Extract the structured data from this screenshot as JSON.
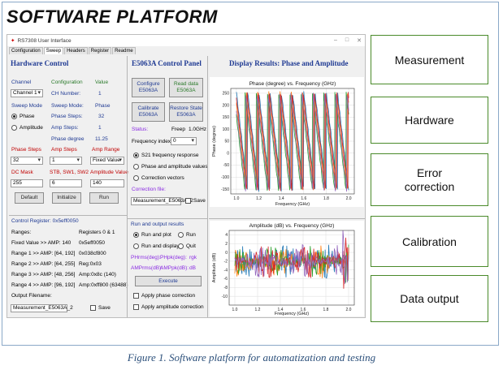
{
  "title": "SOFTWARE PLATFORM",
  "caption": "Figure 1. Software platform for automatization and testing",
  "window": {
    "title": "RS7308 User Interface",
    "min": "–",
    "max": "□",
    "close": "✕"
  },
  "tabs": [
    "Configuration",
    "Sweep",
    "Headers",
    "Register",
    "Readme"
  ],
  "hardware": {
    "header": "Hardware Control",
    "col_channel": "Channel",
    "col_configuration": "Configuration",
    "col_value": "Value",
    "channel_value": "Channel 1",
    "ch_number_label": "CH Number:",
    "ch_number_value": "1",
    "sweep_mode_label": "Sweep Mode",
    "sweep_mode_label2": "Sweep Mode:",
    "sweep_mode_value": "Phase",
    "phase_option": "Phase",
    "amplitude_option": "Amplitude",
    "phase_steps_label": "Phase Steps:",
    "phase_steps_value": "32",
    "amp_steps_label": "Amp Steps:",
    "amp_steps_value": "1",
    "phase_degree_label": "Phase degree",
    "phase_degree_value": "11.25",
    "hdr_phase_steps": "Phase Steps",
    "hdr_amp_steps": "Amp Steps",
    "hdr_amp_range": "Amp Range",
    "phase_steps_input": "32",
    "amp_steps_input": "1",
    "amp_range_input": "Fixed Value",
    "hdr_dc_mask": "DC Mask",
    "hdr_stb": "STB, SW1, SW2",
    "hdr_amp_value": "Amplitude Value",
    "dc_mask_input": "255",
    "stb_input": "6",
    "amp_value_input": "140",
    "btn_default": "Default",
    "btn_initialize": "Initialize",
    "btn_run": "Run"
  },
  "register": {
    "title": "Control Register: 0x5eff0050",
    "ranges_label": "Ranges:",
    "registers_label": "Registers 0 & 1",
    "rows": [
      {
        "range": "Fixed Value >> AMP: 140",
        "reg": "0x5eff0050"
      },
      {
        "range": "Range 1 >> AMP: [64, 192]",
        "reg": "0x038cf800"
      },
      {
        "range": "Range 2 >> AMP: [64, 255]",
        "reg": "Reg:0x03"
      },
      {
        "range": "Range 3 >> AMP: [48, 256]",
        "reg": "Amp:0x8c (140)"
      },
      {
        "range": "Range 4 >> AMP: [96, 192]",
        "reg": "Amp:0xff800 (63488)"
      }
    ],
    "output_label": "Output Filename:",
    "output_value": "Measurement_E5063A_2",
    "save_label": "Save"
  },
  "e5063a": {
    "header": "E5063A Control Panel",
    "btn_configure": "Configure\nE5063A",
    "btn_read": "Read data\nE5063A",
    "btn_calibrate": "Calibrate\nE5063A",
    "btn_restore": "Restore State\nE5063A",
    "status_label": "Status:",
    "freep_label": "Freep",
    "freep_value": "1.0GHz",
    "freq_index_label": "Frequency index:",
    "freq_index_value": "0",
    "opt_s21": "S21 frequency response",
    "opt_phase_amp": "Phase and amplitude values",
    "opt_correction": "Correction vectors",
    "correction_file_label": "Correction file:",
    "correction_file_value": "Measurement_E5063A_2",
    "save_label": "Save"
  },
  "run_output": {
    "title": "Run and output results",
    "opt_run_plot": "Run and plot",
    "opt_run": "Run",
    "opt_run_display": "Run and display",
    "opt_quit": "Quit",
    "phrms_label": "PHrms(deg):",
    "phpk_label": "PHpk(deg):",
    "phpk_value": "rgk",
    "amprms_label": "AMPrms(dB):",
    "amppk_label": "AMPpk(dB):",
    "amppk_value": "dB",
    "btn_execute": "Execute",
    "apply_phase": "Apply phase correction",
    "apply_amp": "Apply amplitude correction"
  },
  "display_header": "Display Results: Phase and Amplitude",
  "side_buttons": [
    "Measurement",
    "Hardware",
    "Error\ncorrection",
    "Calibration",
    "Data output"
  ],
  "chart_data": [
    {
      "type": "line",
      "title": "Phase (degree)  vs. Frequency (GHz)",
      "xlabel": "Frequency (GHz)",
      "ylabel": "Phase (degree)",
      "xlim": [
        0.95,
        2.05
      ],
      "ylim": [
        -170,
        270
      ],
      "x_ticks": [
        "1.0",
        "1.2",
        "1.4",
        "1.6",
        "1.8",
        "2.0"
      ],
      "y_ticks": [
        "250",
        "200",
        "150",
        "100",
        "50",
        "0",
        "-50",
        "-100",
        "-150"
      ],
      "grid": true,
      "description_values": {
        "period_ghz": 0.1,
        "min": -155,
        "max": 255,
        "series_count": 5
      }
    },
    {
      "type": "line",
      "title": "Amplitude (dB)  vs. Frequency (GHz)",
      "xlabel": "Frequency (GHz)",
      "ylabel": "Amplitude (dB)",
      "xlim": [
        0.95,
        2.05
      ],
      "ylim": [
        -12,
        5
      ],
      "x_ticks": [
        "1.0",
        "1.2",
        "1.4",
        "1.6",
        "1.8",
        "2.0"
      ],
      "y_ticks": [
        "4",
        "2",
        "0",
        "-2",
        "-4",
        "-6",
        "-8",
        "-10"
      ],
      "grid": true,
      "description_values": {
        "center": -2,
        "spread": 4,
        "series_count": 5
      }
    }
  ],
  "colors": {
    "accent_green": "#4a8a2a",
    "panel_blue": "#1f3a93",
    "label_red": "#c00000"
  }
}
